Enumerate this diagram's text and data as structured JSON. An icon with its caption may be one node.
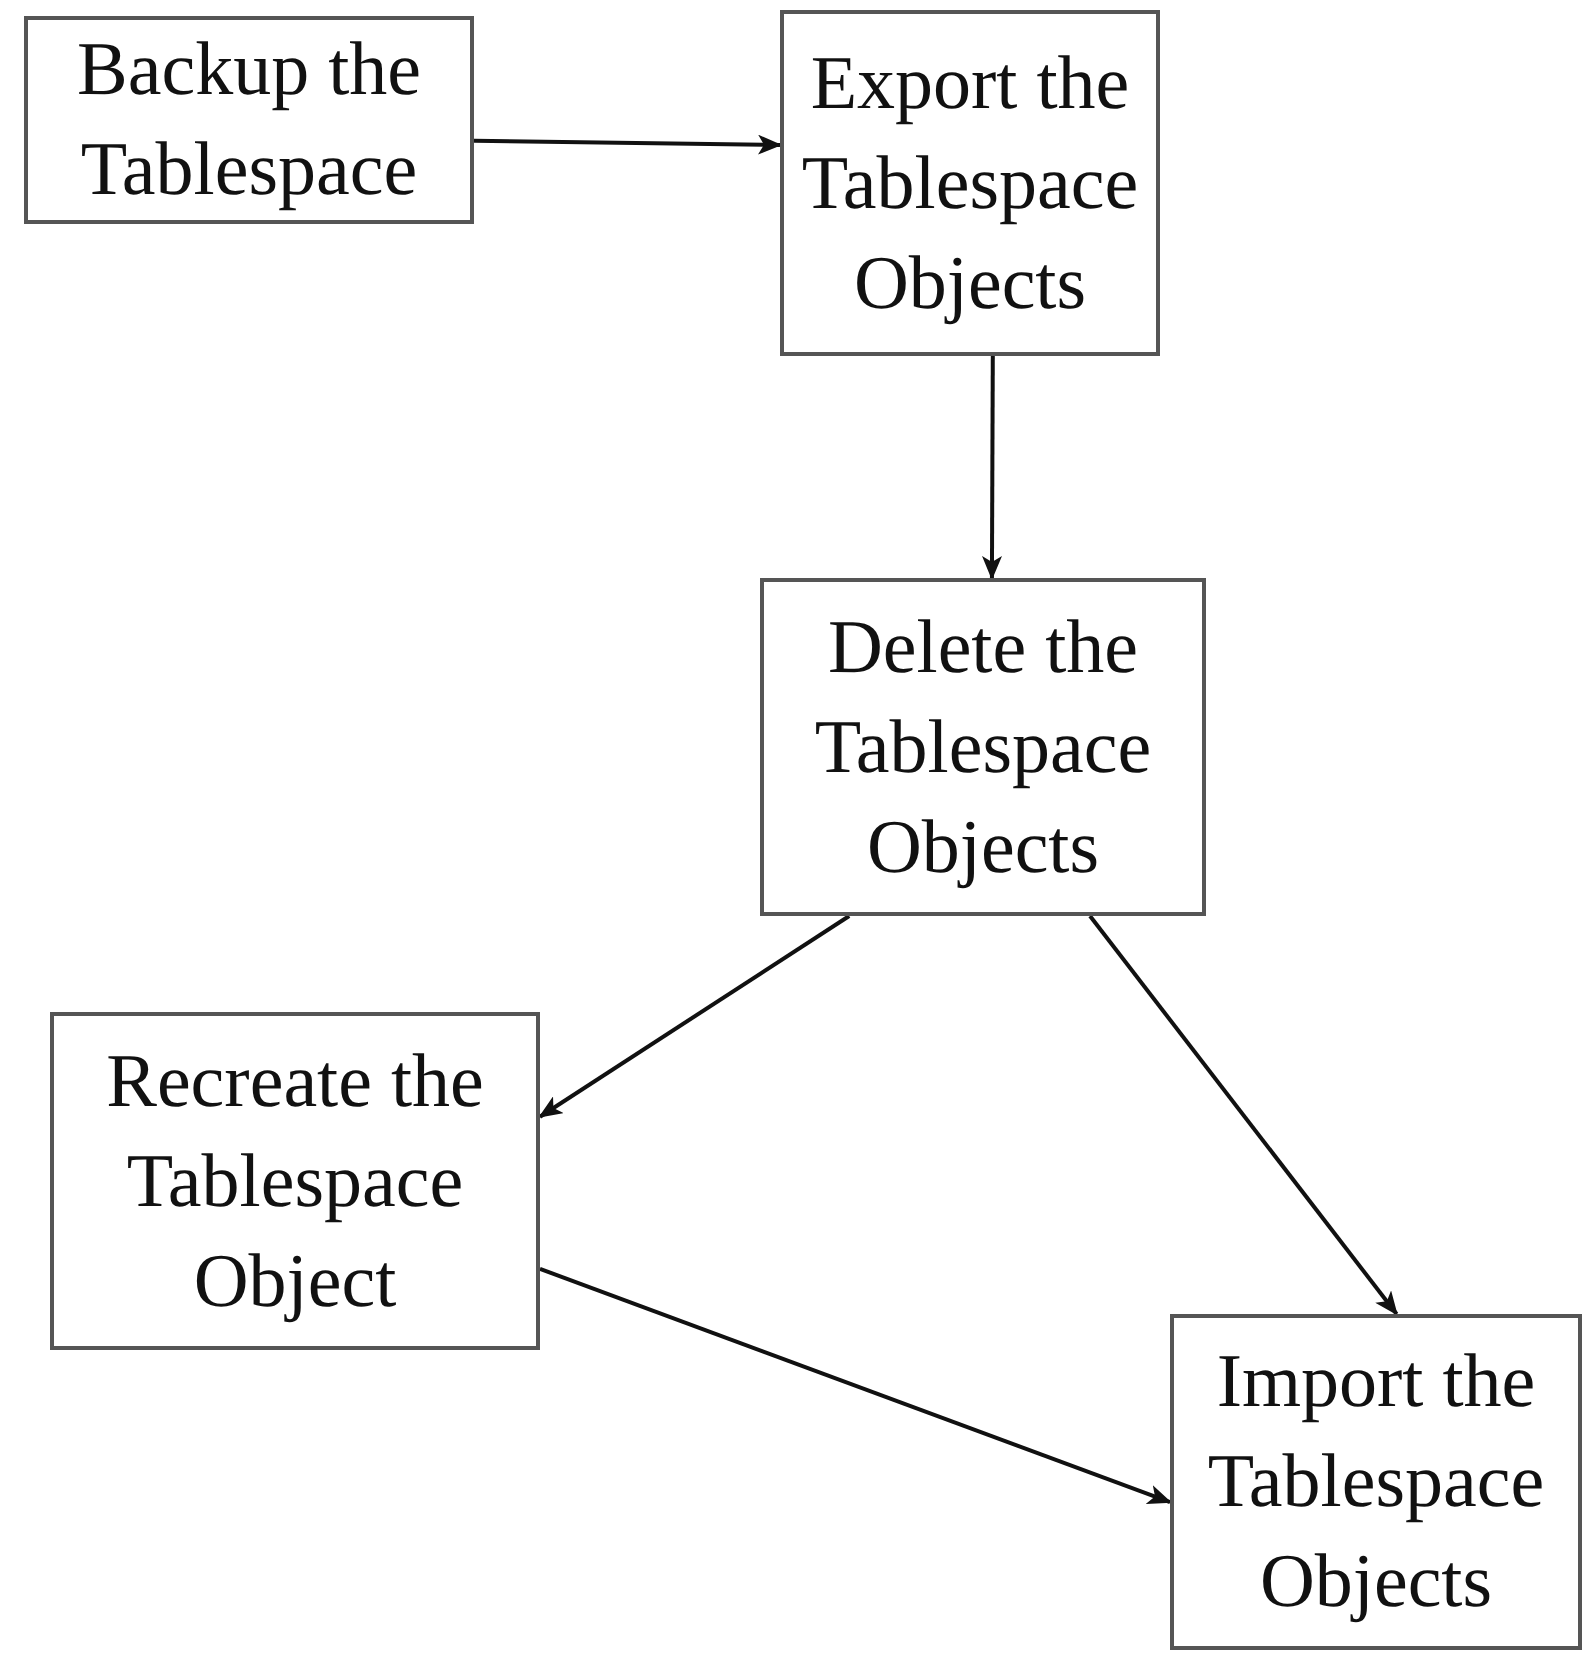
{
  "diagram": {
    "nodes": [
      {
        "text": [
          "Backup the Tablespace"
        ]
      },
      {
        "text": [
          "Export the Tablespace Objects"
        ]
      },
      {
        "text": [
          "Delete the Tablespace Objects"
        ]
      },
      {
        "text": [
          "Recreate the Tablespace Object"
        ]
      },
      {
        "text": [
          "Import the Tablespace Objects"
        ]
      }
    ],
    "edges": [
      {
        "from": 0,
        "to": 1,
        "arrow": "to"
      },
      {
        "from": 1,
        "to": 2,
        "arrow": "to"
      },
      {
        "from": 2,
        "to": 3,
        "arrow": "to"
      },
      {
        "from": 2,
        "to": 4,
        "arrow": "to"
      },
      {
        "from": 3,
        "to": 4,
        "arrow": "to"
      }
    ]
  }
}
